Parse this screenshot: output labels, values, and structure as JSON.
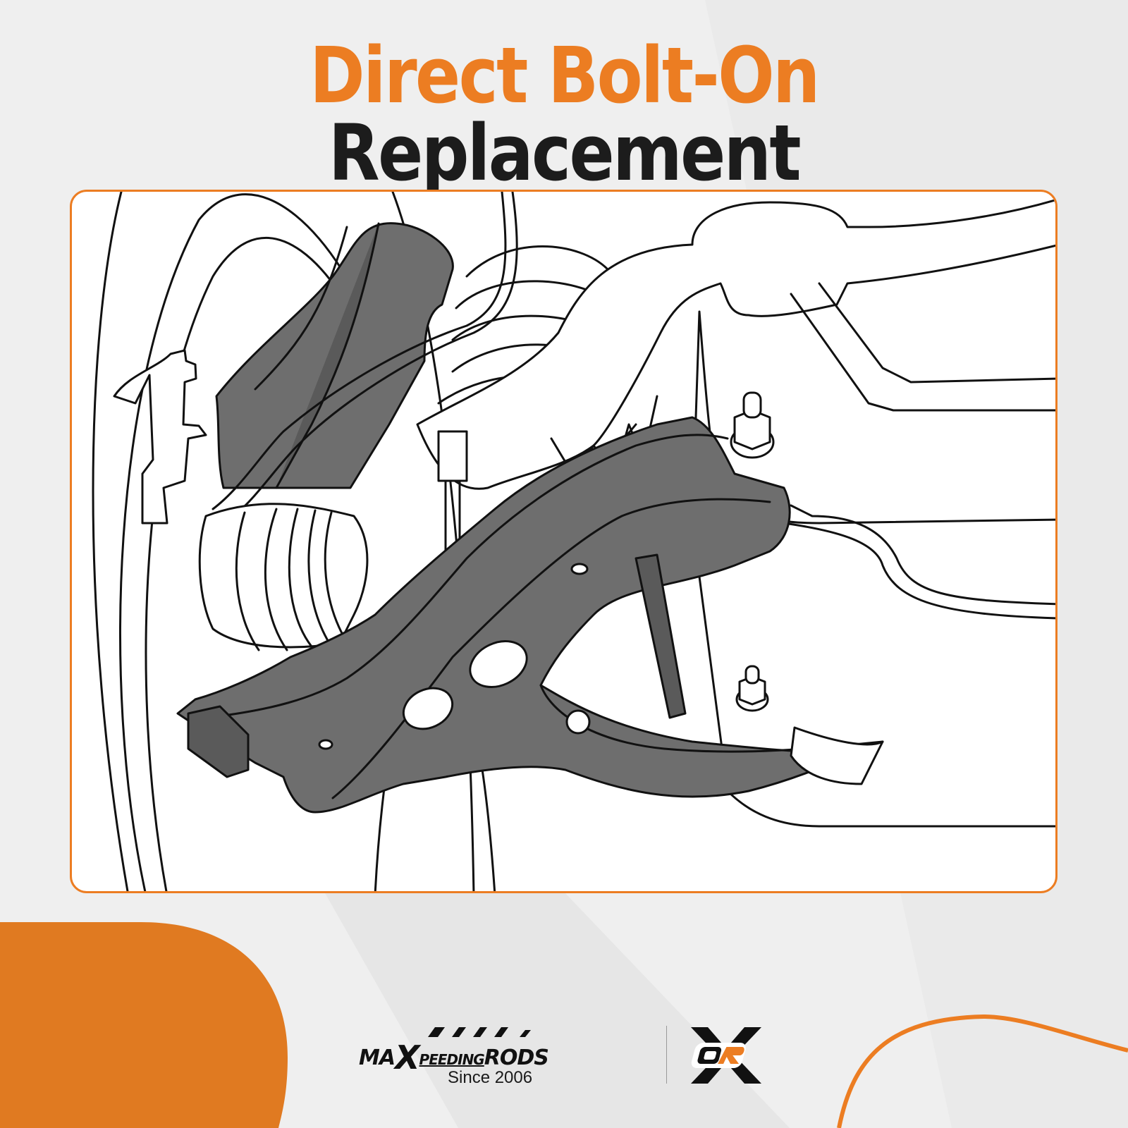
{
  "title": {
    "accent_text": "Direct Bolt-On",
    "dark_text": "Replacement"
  },
  "illustration": {
    "subject": "car front suspension with lower control arm",
    "alt": "Line-art illustration of front suspension: wheel, coil spring, CV axle boot, steering rack boot and dark gray lower control arm bolted to subframe"
  },
  "brand": {
    "logo_text_prefix": "MA",
    "logo_text_x": "X",
    "logo_text_mid": "PEEDING",
    "logo_text_suffix": "RODS",
    "tagline": "Since 2006",
    "secondary_logo_letters": "OR"
  },
  "colors": {
    "accent": "#ec7d22",
    "dark": "#1c1c1c",
    "background": "#efefef",
    "arm_fill": "#6e6e6e",
    "arm_shadow": "#5a5a5a",
    "panel": "#ffffff"
  }
}
